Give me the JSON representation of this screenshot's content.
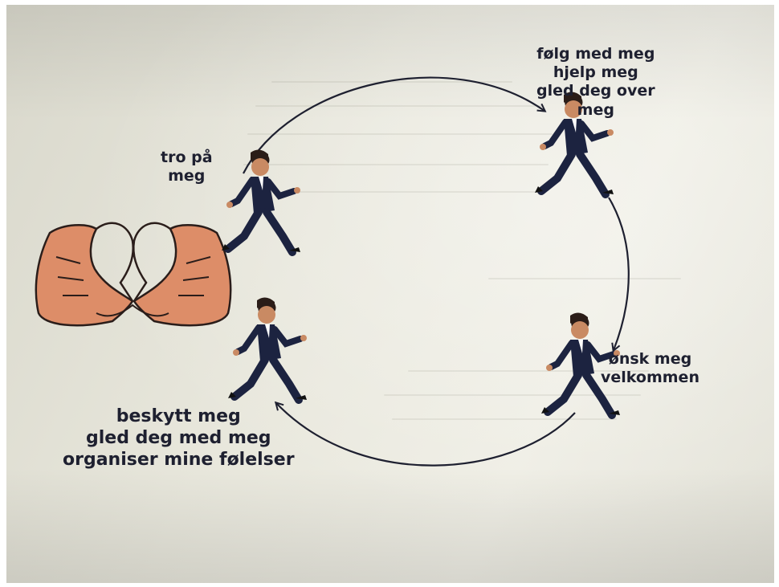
{
  "labels": {
    "tro": [
      "tro på",
      "meg"
    ],
    "folg": [
      "følg med meg",
      "hjelp meg",
      "gled deg over",
      "meg"
    ],
    "onsk": [
      "ønsk meg",
      "velkommen"
    ],
    "besk": [
      "beskytt meg",
      "gled deg med meg",
      "organiser mine følelser"
    ]
  },
  "icons": [
    "heart-hands-icon",
    "running-man-icon",
    "curved-arrow-icon"
  ],
  "colors": {
    "text": "#1e2030",
    "suit": "#1c2340",
    "skin": "#c98a63",
    "hands_fill": "#dd8d68",
    "hands_outline": "#2a1d1a",
    "arrow": "#1e2030"
  }
}
